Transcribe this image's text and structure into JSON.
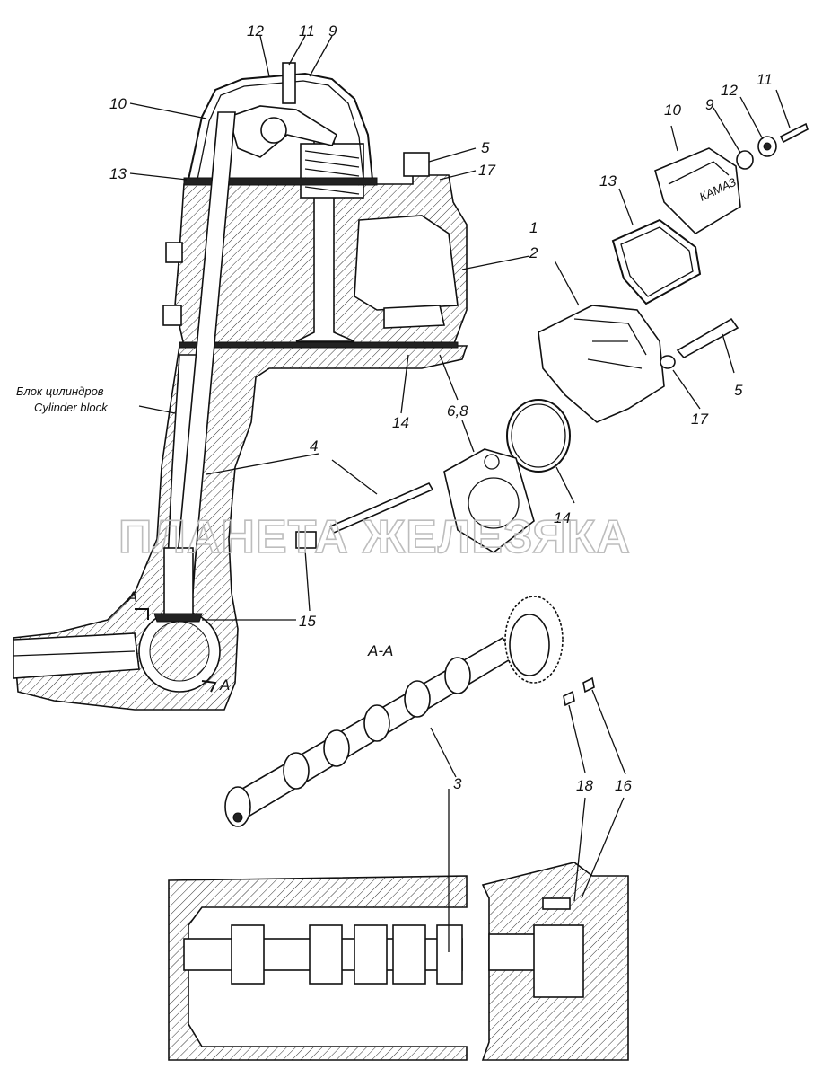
{
  "watermark": "ПЛАНЕТА ЖЕЛЕЗЯКА",
  "section_label": "А-А",
  "section_mark": "A",
  "cylinder_block_label": {
    "ru": "Блок цилиндров",
    "en": "Cylinder block"
  },
  "callouts": {
    "c1": "1",
    "c2": "2",
    "c3": "3",
    "c4": "4",
    "c5a": "5",
    "c5b": "5",
    "c68": "6,8",
    "c9a": "9",
    "c9b": "9",
    "c10a": "10",
    "c10b": "10",
    "c11a": "11",
    "c11b": "11",
    "c12a": "12",
    "c12b": "12",
    "c13a": "13",
    "c13b": "13",
    "c14a": "14",
    "c14b": "14",
    "c15": "15",
    "c16": "16",
    "c17a": "17",
    "c17b": "17",
    "c18": "18"
  },
  "cover_brand": "КАМАЗ",
  "colors": {
    "line": "#111111",
    "watermark": "#bdbdbd",
    "background": "#ffffff"
  }
}
